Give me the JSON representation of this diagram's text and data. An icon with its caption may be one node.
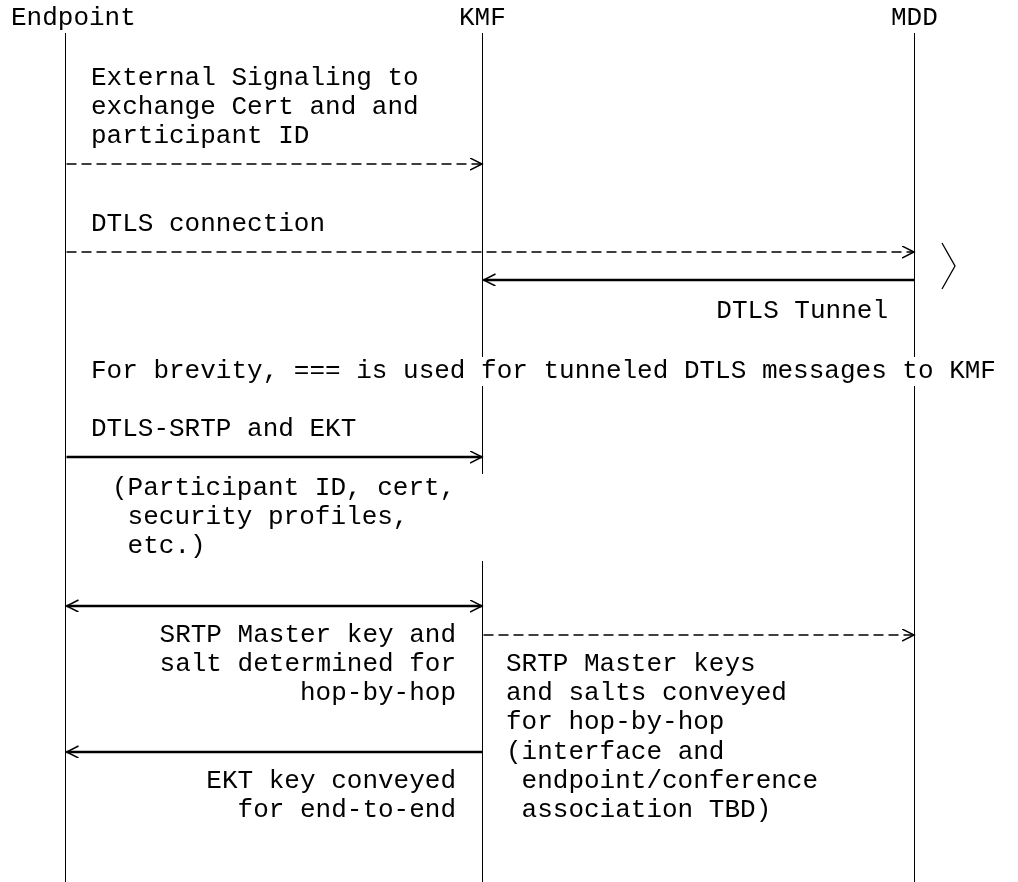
{
  "diagram": {
    "nodes": [
      {
        "text": [
          "Endpoint"
        ]
      },
      {
        "text": [
          "KMF"
        ]
      },
      {
        "text": [
          "MDD"
        ]
      }
    ],
    "edges": [
      {
        "from": 0,
        "to": 1,
        "arrow": "to",
        "label": "External Signaling to exchange Cert and and participant ID",
        "style": "dashed"
      },
      {
        "from": 0,
        "to": 2,
        "arrow": "to",
        "label": "DTLS connection",
        "style": "dashed"
      },
      {
        "from": 2,
        "to": 1,
        "arrow": "to",
        "label": "DTLS Tunnel"
      },
      {
        "from": 0,
        "to": 1,
        "arrow": "to",
        "label": "DTLS-SRTP and EKT"
      },
      {
        "from": 0,
        "to": 1,
        "arrow": "both",
        "label": "SRTP Master key and salt determined for hop-by-hop"
      },
      {
        "from": 1,
        "to": 2,
        "arrow": "to",
        "label": "SRTP Master keys and salts conveyed for hop-by-hop",
        "style": "dashed"
      },
      {
        "from": 1,
        "to": 0,
        "arrow": "to",
        "label": "EKT key conveyed for end-to-end"
      }
    ],
    "labels": [
      "For brevity, === is used for tunneled DTLS messages to KMF",
      "(Participant ID, cert, security profiles, etc.)",
      "(interface and endpoint/conference association TBD)"
    ]
  }
}
